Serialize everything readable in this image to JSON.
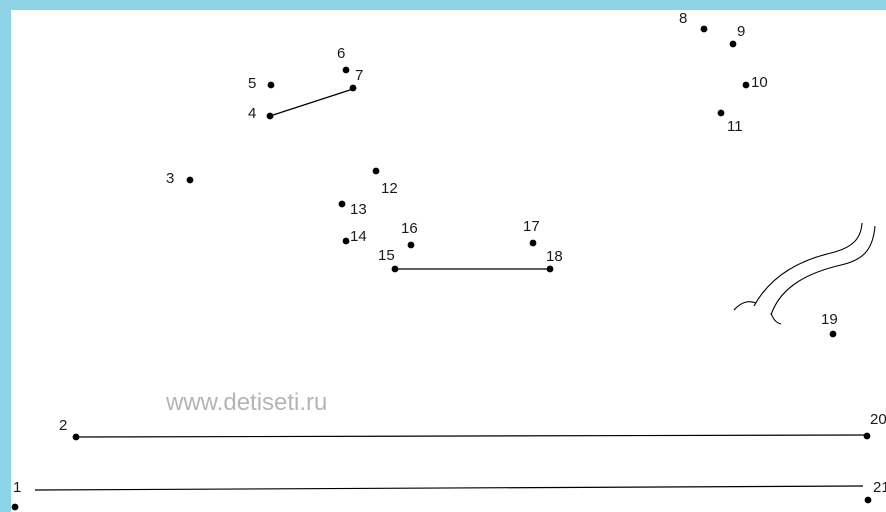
{
  "colors": {
    "frame": "#8fd3e6",
    "paper": "#ffffff",
    "ink": "#000000",
    "watermark": "#b5b5b5"
  },
  "watermark": "www.detiseti.ru",
  "points": [
    {
      "label": "1"
    },
    {
      "label": "2"
    },
    {
      "label": "3"
    },
    {
      "label": "4"
    },
    {
      "label": "5"
    },
    {
      "label": "6"
    },
    {
      "label": "7"
    },
    {
      "label": "8"
    },
    {
      "label": "9"
    },
    {
      "label": "10"
    },
    {
      "label": "11"
    },
    {
      "label": "12"
    },
    {
      "label": "13"
    },
    {
      "label": "14"
    },
    {
      "label": "15"
    },
    {
      "label": "16"
    },
    {
      "label": "17"
    },
    {
      "label": "18"
    },
    {
      "label": "19"
    },
    {
      "label": "20"
    },
    {
      "label": "21"
    }
  ]
}
